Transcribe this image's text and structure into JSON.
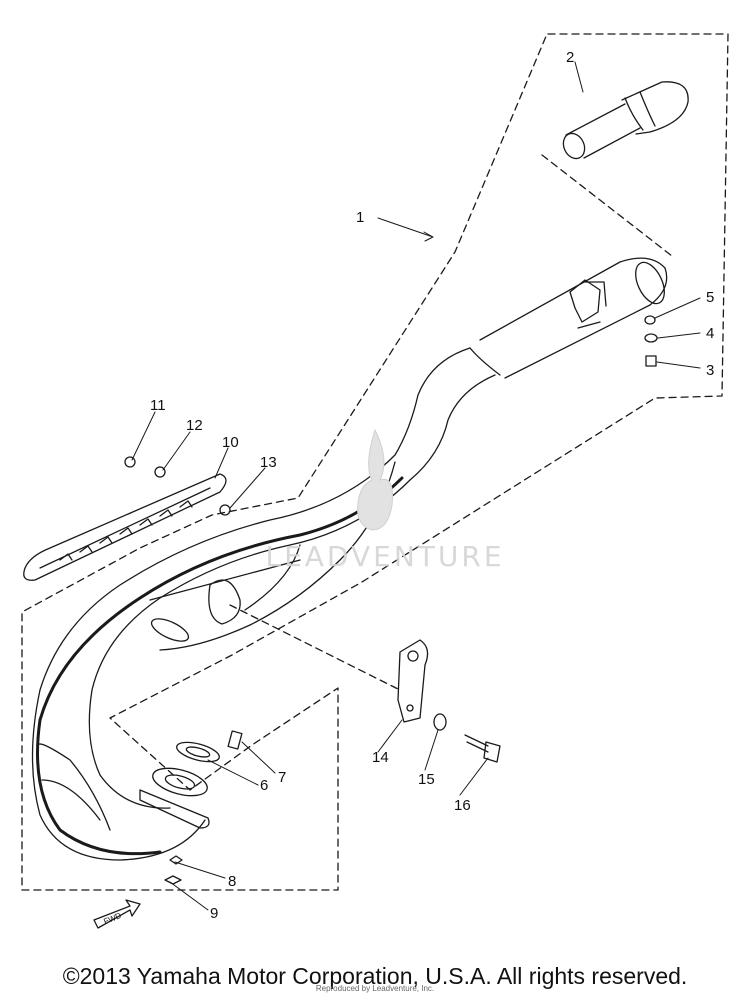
{
  "diagram": {
    "callouts": [
      {
        "id": "callout-1",
        "label": "1"
      },
      {
        "id": "callout-2",
        "label": "2"
      },
      {
        "id": "callout-3",
        "label": "3"
      },
      {
        "id": "callout-4",
        "label": "4"
      },
      {
        "id": "callout-5",
        "label": "5"
      },
      {
        "id": "callout-6",
        "label": "6"
      },
      {
        "id": "callout-7",
        "label": "7"
      },
      {
        "id": "callout-8",
        "label": "8"
      },
      {
        "id": "callout-9",
        "label": "9"
      },
      {
        "id": "callout-10",
        "label": "10"
      },
      {
        "id": "callout-11",
        "label": "11"
      },
      {
        "id": "callout-12",
        "label": "12"
      },
      {
        "id": "callout-13",
        "label": "13"
      },
      {
        "id": "callout-14",
        "label": "14"
      },
      {
        "id": "callout-15",
        "label": "15"
      },
      {
        "id": "callout-16",
        "label": "16"
      }
    ],
    "fwd_label": "FWD",
    "line_color": "#1a1a1a"
  },
  "watermark": {
    "text": "LEADVENTURE"
  },
  "footer": {
    "copyright": "©2013 Yamaha Motor Corporation, U.S.A. All rights reserved.",
    "reproduced_by": "Reproduced by Leadventure, Inc."
  }
}
